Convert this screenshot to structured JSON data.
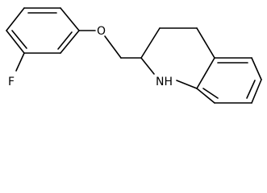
{
  "molecule": {
    "atom_labels": {
      "fluorine": "F",
      "oxygen": "O",
      "amine": "NH"
    }
  },
  "colors": {
    "bond": "#000000",
    "text": "#000000",
    "background": "#ffffff"
  }
}
